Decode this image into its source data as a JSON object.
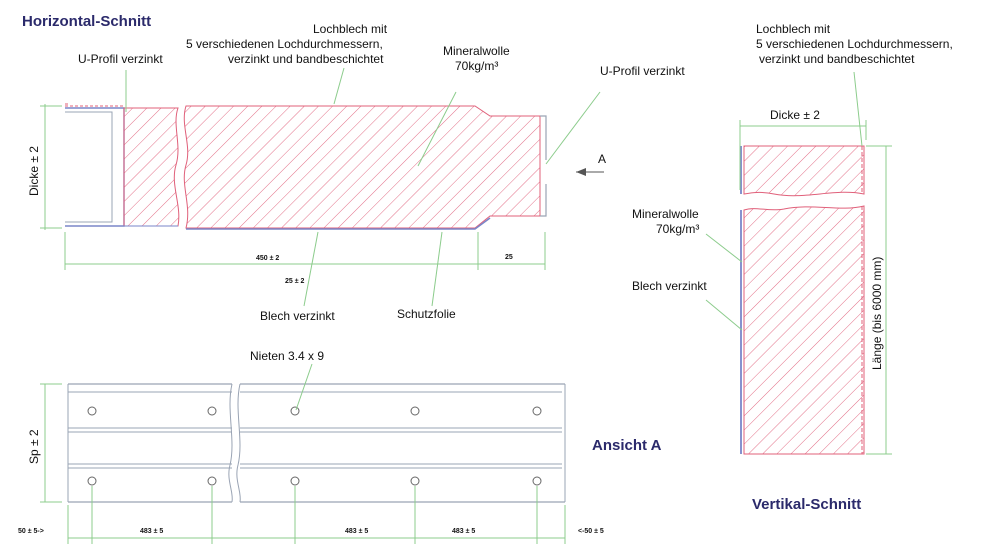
{
  "titles": {
    "horizontal": "Horizontal-Schnitt",
    "vertical": "Vertikal-Schnitt",
    "view": "Ansicht  A"
  },
  "labels": {
    "u_profil_left": "U-Profil verzinkt",
    "lochblech_h_1": "Lochblech mit",
    "lochblech_h_2": "5 verschiedenen Lochdurchmessern,",
    "lochblech_h_3": "verzinkt und bandbeschichtet",
    "mineralwolle_h_1": "Mineralwolle",
    "mineralwolle_h_2": "70kg/m³",
    "u_profil_right": "U-Profil verzinkt",
    "arrow_a": "A",
    "dicke_h": "Dicke ± 2",
    "blech_h": "Blech verzinkt",
    "schutzfolie": "Schutzfolie",
    "lochblech_v_1": "Lochblech mit",
    "lochblech_v_2": "5 verschiedenen Lochdurchmessern,",
    "lochblech_v_3": "verzinkt und bandbeschichtet",
    "dicke_v": "Dicke ± 2",
    "mineralwolle_v_1": "Mineralwolle",
    "mineralwolle_v_2": "70kg/m³",
    "blech_v": "Blech verzinkt",
    "laenge": "Länge (bis 6000 mm)",
    "nieten": "Nieten 3.4 x 9",
    "sp": "Sp ± 2"
  },
  "dims": {
    "d450": "450  ± 2",
    "d25a": "25",
    "d25b": "25  ± 2",
    "d50l": "50  ± 5->",
    "d483a": "483  ± 5",
    "d483b": "483  ± 5",
    "d483c": "483  ± 5",
    "d50r": "<-50  ± 5"
  },
  "colors": {
    "panel_hatch": "#e0607a",
    "leader": "#8ccc8c",
    "title": "#2b2a6b",
    "rail": "#9aa4b4"
  }
}
